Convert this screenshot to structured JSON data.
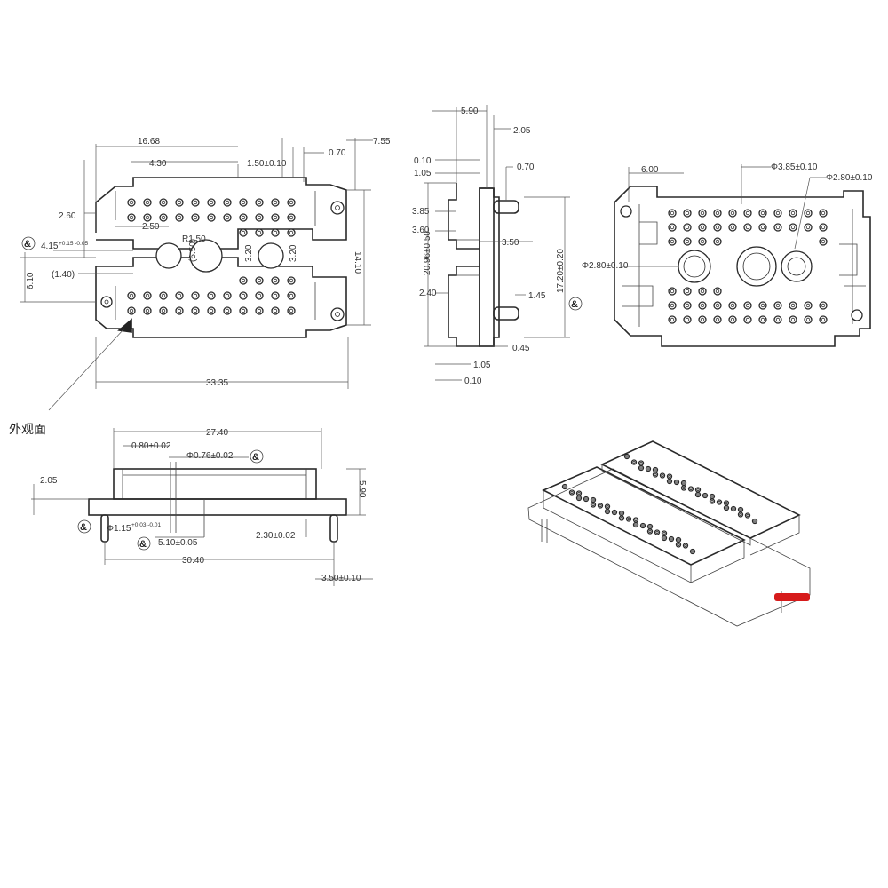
{
  "front_view": {
    "dims": {
      "w1668": "16.68",
      "w430": "4.30",
      "w150": "1.50±0.10",
      "w070": "0.70",
      "w755": "7.55",
      "h260": "2.60",
      "w250": "2.50",
      "r150": "R1.50",
      "d415": "4.15",
      "d415_tol": "+0.15 -0.05",
      "h610": "6.10",
      "h140": "(1.40)",
      "h650": "(6.50)",
      "h320a": "3.20",
      "h320b": "3.20",
      "h1410": "14.10",
      "w3335": "33.35"
    },
    "caption": "外观面"
  },
  "side_view": {
    "dims": {
      "w590": "5.90",
      "w205": "2.05",
      "w010t": "0.10",
      "w105t": "1.05",
      "w070": "0.70",
      "h385": "3.85",
      "h360": "3.60",
      "h350": "3.50",
      "h2096": "20.96±0.50",
      "h1720": "17.20±0.20",
      "h240": "2.40",
      "w145": "1.45",
      "w045": "0.45",
      "w105b": "1.05",
      "w010b": "0.10"
    }
  },
  "rear_view": {
    "dims": {
      "w600": "6.00",
      "d385": "Φ3.85±0.10",
      "d280t": "Φ2.80±0.10",
      "d280l": "Φ2.80±0.10"
    }
  },
  "bottom_view": {
    "dims": {
      "w2740": "27.40",
      "w080": "0.80±0.02",
      "d076": "Φ0.76±0.02",
      "h205": "2.05",
      "h590": "5.90",
      "d115": "Φ1.15",
      "d115_tol": "+0.03 -0.01",
      "w510": "5.10±0.05",
      "w230": "2.30±0.02",
      "w3040": "30.40",
      "w350": "3.50±0.10"
    }
  },
  "symbols": {
    "critical": "&"
  },
  "colors": {
    "line": "#2a2a2a",
    "mark": "#d61b1b"
  }
}
